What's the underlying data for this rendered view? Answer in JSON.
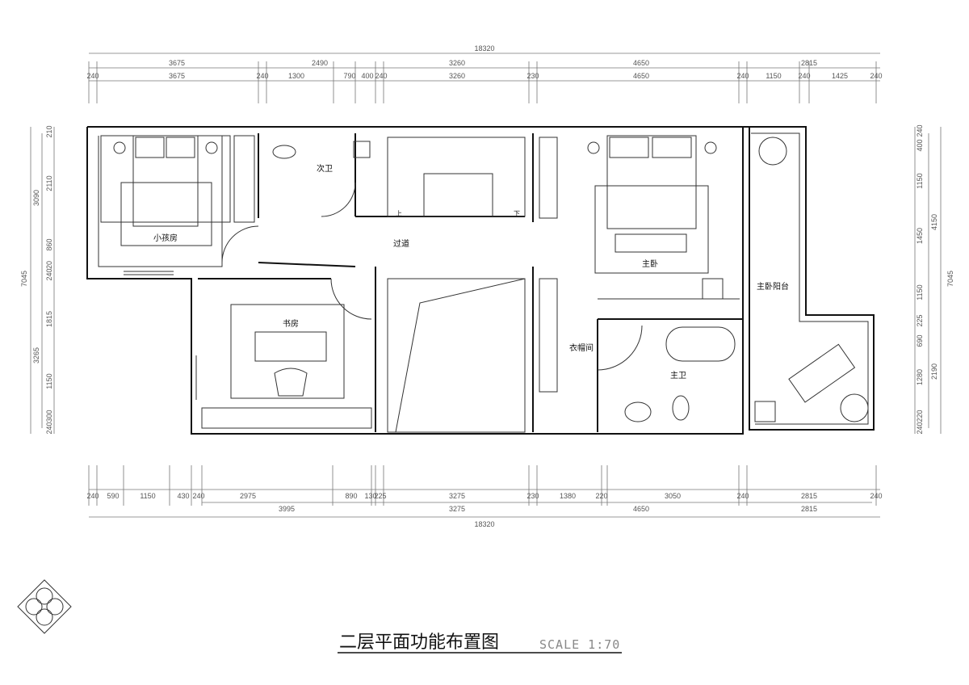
{
  "title": "二层平面功能布置图",
  "scale": "SCALE 1:70",
  "rooms": {
    "kids_room": "小孩房",
    "second_bath": "次卫",
    "corridor": "过道",
    "master_bedroom": "主卧",
    "master_balcony": "主卧阳台",
    "study": "书房",
    "cloakroom": "衣帽间",
    "master_bath": "主卫",
    "stair_up": "上",
    "stair_down": "下"
  },
  "dimensions": {
    "top_total": "18320",
    "top_row2": [
      "3675",
      "2490",
      "3260",
      "4650",
      "2815"
    ],
    "top_row3": [
      "240",
      "3675",
      "240",
      "1300",
      "790",
      "400",
      "240",
      "3260",
      "230",
      "4650",
      "240",
      "1150",
      "240",
      "1425",
      "240"
    ],
    "bottom_row1": [
      "240",
      "590",
      "1150",
      "430",
      "240",
      "2975",
      "890",
      "130",
      "225",
      "3275",
      "230",
      "1380",
      "220",
      "3050",
      "240",
      "2815",
      "240"
    ],
    "bottom_row2": [
      "3995",
      "3275",
      "4650",
      "2815"
    ],
    "bottom_total": "18320",
    "left_total": "7045",
    "left_mid": [
      "3090",
      "3265"
    ],
    "left_inner": [
      "210",
      "2110",
      "860",
      "240",
      "20",
      "1815",
      "1150",
      "240",
      "300"
    ],
    "right_total": "7045",
    "right_mid": [
      "4150",
      "2190"
    ],
    "right_inner": [
      "240",
      "400",
      "1150",
      "1450",
      "1150",
      "225",
      "690",
      "1280",
      "240",
      "220"
    ]
  }
}
